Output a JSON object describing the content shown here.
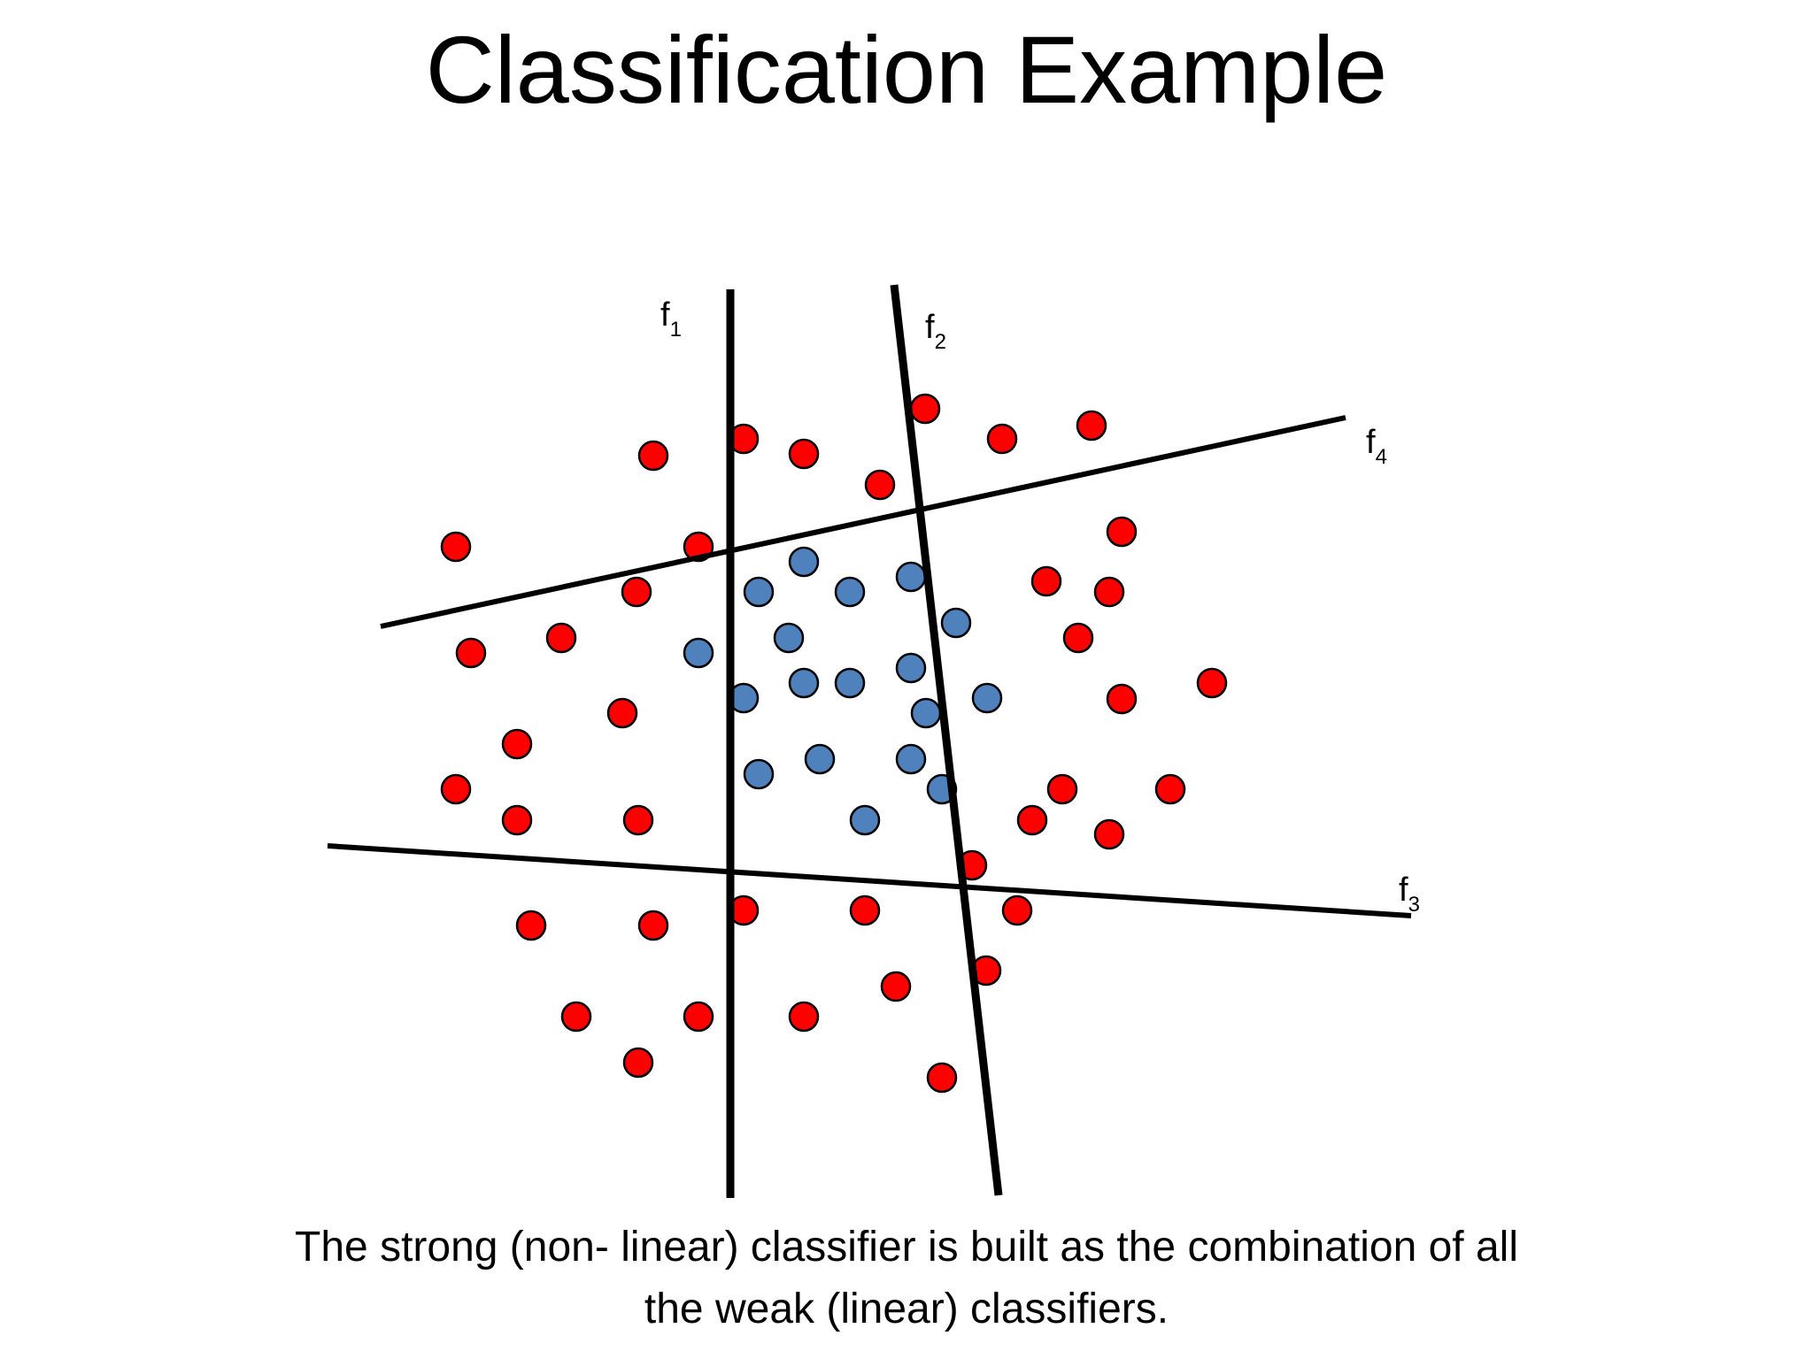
{
  "title": "Classification Example",
  "caption": {
    "line1": "The strong (non- linear) classifier is built as the combination of all",
    "line2": "the weak (linear) classifiers."
  },
  "colors": {
    "class_red": "#ff0000",
    "class_blue": "#4f81bd",
    "outline": "#000000",
    "line": "#000000"
  },
  "classifiers": [
    {
      "id": "f1",
      "base": "f",
      "sub": "1"
    },
    {
      "id": "f2",
      "base": "f",
      "sub": "2"
    },
    {
      "id": "f3",
      "base": "f",
      "sub": "3"
    },
    {
      "id": "f4",
      "base": "f",
      "sub": "4"
    }
  ]
}
